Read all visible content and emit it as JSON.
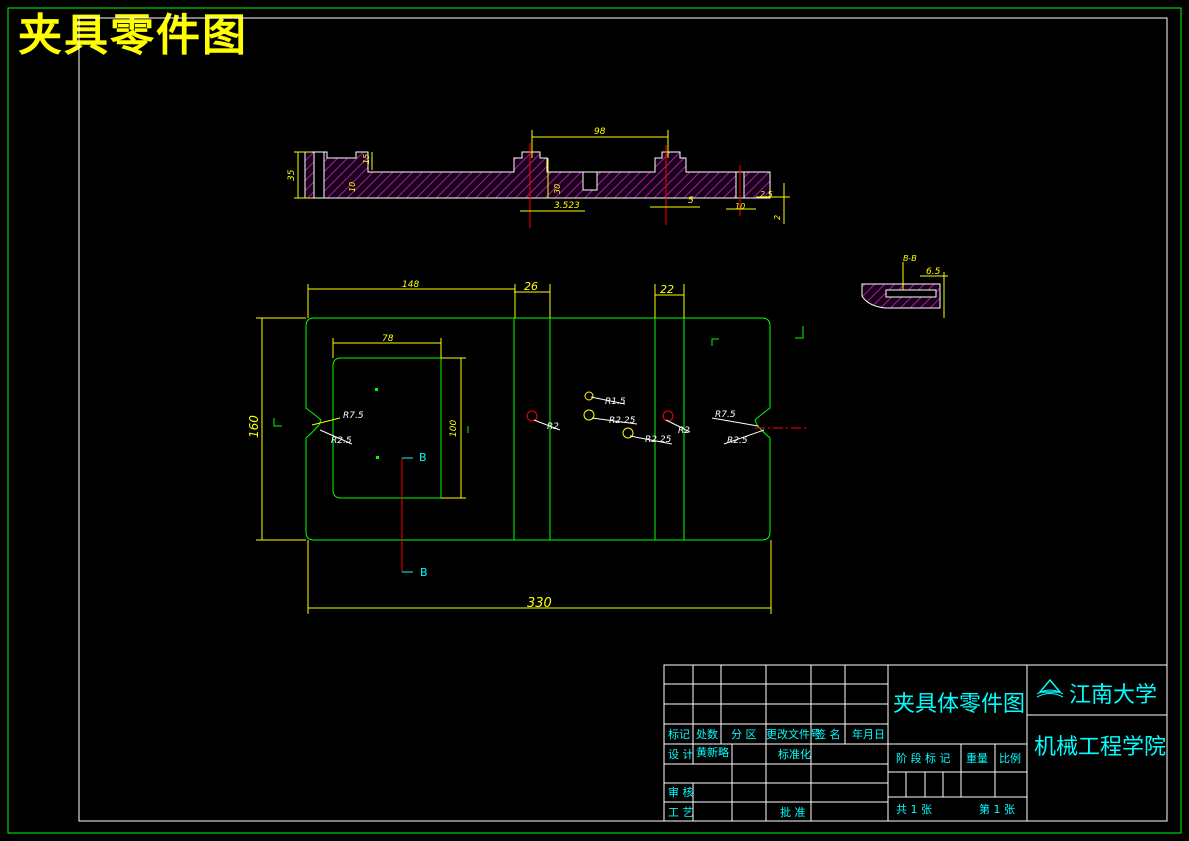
{
  "header": {
    "title": "夹具零件图"
  },
  "section_view": {
    "dimensions": {
      "d98": "98",
      "d35": "35",
      "d15": "15",
      "d10": "10",
      "d30": "30",
      "d3523": "3.523",
      "d5": "5",
      "d10b": "10",
      "d25": "2.5",
      "d2": "2"
    }
  },
  "detail_view": {
    "label": "B-B",
    "dim": "6.5"
  },
  "plan_view": {
    "dimensions": {
      "d148": "148",
      "d26": "26",
      "d22": "22",
      "d78": "78",
      "d160": "160",
      "d100": "100",
      "d330": "330"
    },
    "radii": {
      "r75_left": "R7.5",
      "r25_left": "R2.5",
      "r2_a": "R2",
      "r15": "R1.5",
      "r225_a": "R2.25",
      "r225_b": "R2.25",
      "r2_b": "R2",
      "r75_right": "R7.5",
      "r25_right": "R2.5"
    },
    "section_marks": {
      "top": "B",
      "bottom": "B"
    }
  },
  "title_block": {
    "drawing_name": "夹具体零件图",
    "university": "江南大学",
    "department": "机械工程学院",
    "row_headers": {
      "biaoji": "标记",
      "chushu": "处数",
      "fenqu": "分 区",
      "gengwenjian": "更改文件号",
      "qianming": "签 名",
      "nianyueri": "年月日"
    },
    "design_label": "设 计",
    "designer": "黄新略",
    "standardize_label": "标准化",
    "review_label": "审 核",
    "craft_label": "工 艺",
    "approve_label": "批 准",
    "stage_label": "阶 段 标 记",
    "weight_label": "重量",
    "scale_label": "比例",
    "total_sheets": "共 1 张",
    "sheet_no": "第 1 张"
  },
  "colors": {
    "outline": "#00ff00",
    "dimension": "#ffff00",
    "text": "#00ffff",
    "centerline": "#ff0000",
    "hatch": "#a020a0",
    "background": "#000000"
  }
}
